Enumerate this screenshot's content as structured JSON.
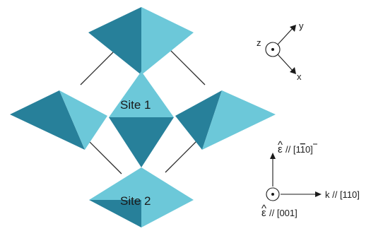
{
  "sites": {
    "site1_label": "Site 1",
    "site2_label": "Site 2"
  },
  "axes": {
    "x_label": "x",
    "y_label": "y",
    "z_label": "z"
  },
  "polarization": {
    "epsilon_symbol": "ε",
    "hat_symbol": "^",
    "upper_epsilon_text": "// [1",
    "upper_overbar_digit": "1",
    "upper_end_text": "0]",
    "lower_epsilon_text": "// [001]",
    "k_label": "k // [110]"
  },
  "colors": {
    "dark_face": "#27809a",
    "light_face": "#6cc8d9",
    "line": "#2b2b2b"
  }
}
